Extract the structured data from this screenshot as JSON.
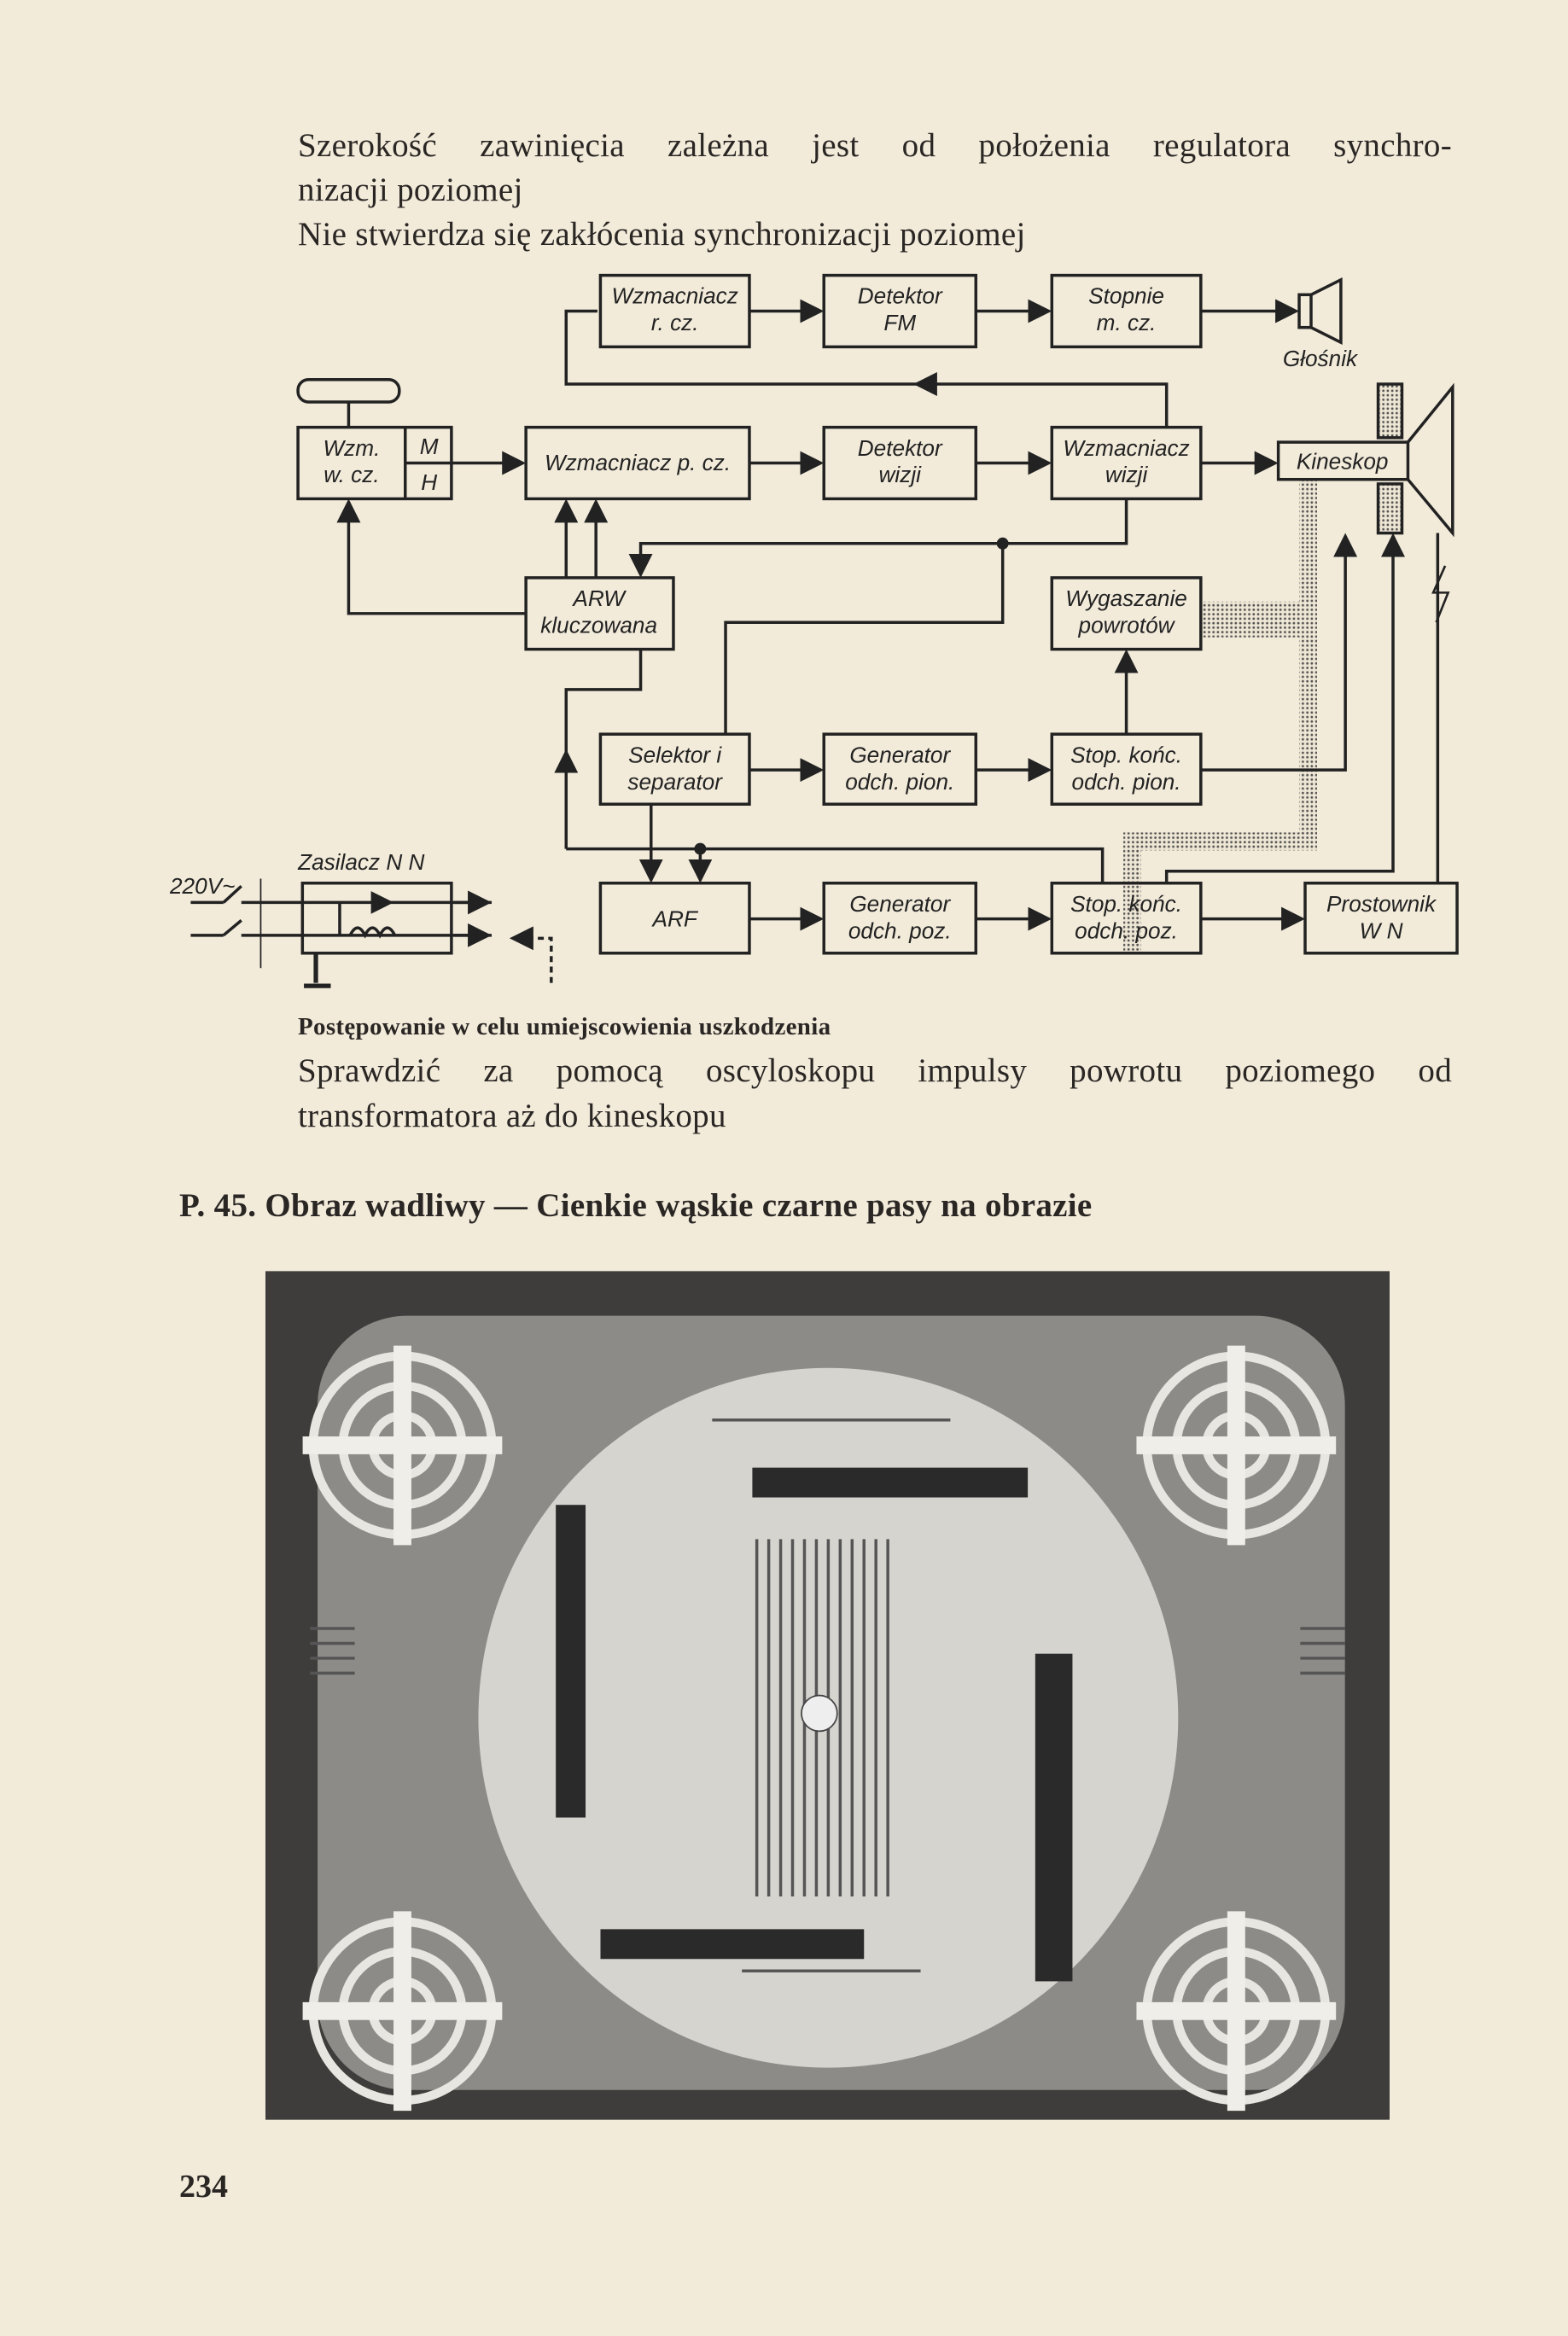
{
  "intro": {
    "line1": "Szerokość zawinięcia zależna jest od położenia regulatora synchro-",
    "line2": "nizacji poziomej",
    "line3": "Nie stwierdza się zakłócenia synchronizacji poziomej"
  },
  "diagram": {
    "wzm_rcz": [
      "Wzmacniacz",
      "r. cz."
    ],
    "det_fm": [
      "Detektor",
      "FM"
    ],
    "stopnie_mcz": [
      "Stopnie",
      "m. cz."
    ],
    "glosnik": "Głośnik",
    "wzm_wcz": [
      "Wzm.",
      "w. cz."
    ],
    "m": "M",
    "h": "H",
    "wzm_pcz": "Wzmacniacz p. cz.",
    "det_wizji": [
      "Detektor",
      "wizji"
    ],
    "wzm_wizji": [
      "Wzmacniacz",
      "wizji"
    ],
    "kineskop": "Kineskop",
    "arw": [
      "ARW",
      "kluczowana"
    ],
    "wygaszanie": [
      "Wygaszanie",
      "powrotów"
    ],
    "selektor": [
      "Selektor i",
      "separator"
    ],
    "gen_pion": [
      "Generator",
      "odch. pion."
    ],
    "stop_pion": [
      "Stop. końc.",
      "odch. pion."
    ],
    "arf": "ARF",
    "gen_poz": [
      "Generator",
      "odch. poz."
    ],
    "stop_poz": [
      "Stop. końc.",
      "odch. poz."
    ],
    "prostownik": [
      "Prostownik",
      "W N"
    ],
    "zasilacz": "Zasilacz N N",
    "v220": "220V~"
  },
  "procedure": {
    "heading": "Postępowanie w celu umiejscowienia uszkodzenia",
    "line1": "Sprawdzić za pomocą oscyloskopu impulsy powrotu poziomego od",
    "line2": "transformatora aż do kineskopu"
  },
  "section": {
    "title": "P. 45. Obraz wadliwy — Cienkie wąskie czarne pasy na obrazie"
  },
  "page_number": "234"
}
